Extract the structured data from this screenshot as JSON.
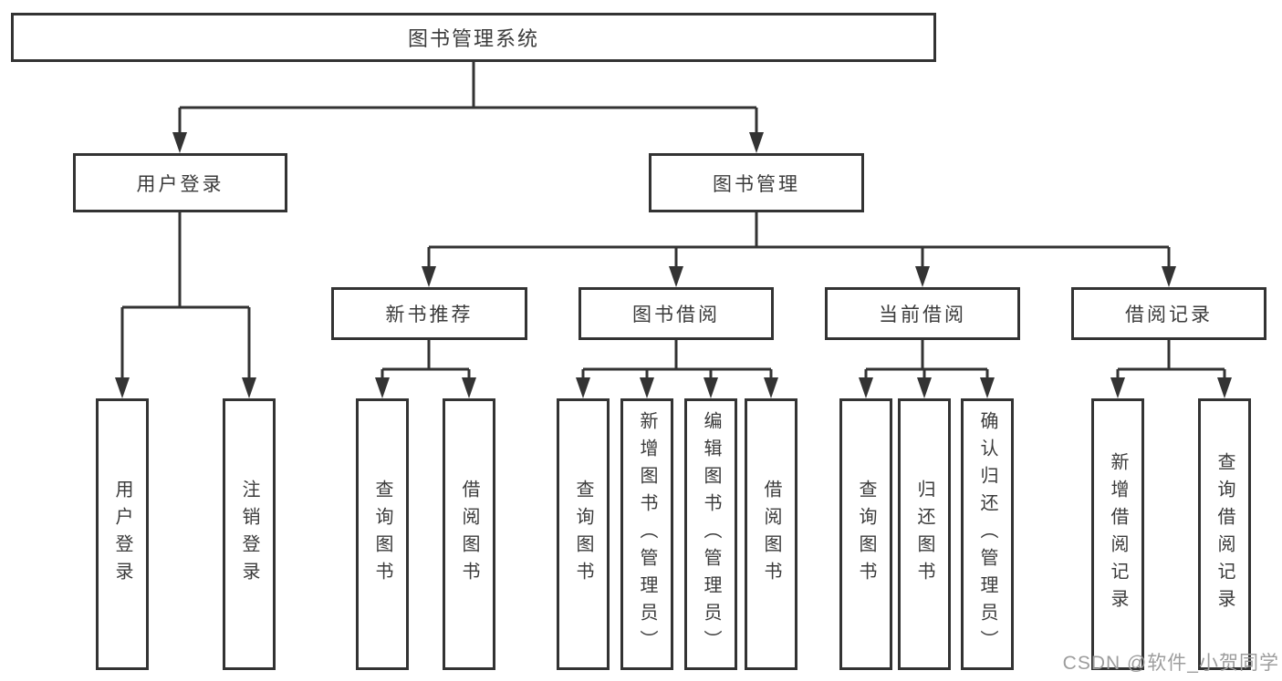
{
  "tree": {
    "label": "图书管理系统",
    "children": [
      {
        "label": "用户登录",
        "children": [
          {
            "label": "用户登录"
          },
          {
            "label": "注销登录"
          }
        ]
      },
      {
        "label": "图书管理",
        "children": [
          {
            "label": "新书推荐",
            "children": [
              {
                "label": "查询图书"
              },
              {
                "label": "借阅图书"
              }
            ]
          },
          {
            "label": "图书借阅",
            "children": [
              {
                "label": "查询图书"
              },
              {
                "label": "新增图书（管理员）"
              },
              {
                "label": "编辑图书（管理员）"
              },
              {
                "label": "借阅图书"
              }
            ]
          },
          {
            "label": "当前借阅",
            "children": [
              {
                "label": "查询图书"
              },
              {
                "label": "归还图书"
              },
              {
                "label": "确认归还（管理员）"
              }
            ]
          },
          {
            "label": "借阅记录",
            "children": [
              {
                "label": "新增借阅记录"
              },
              {
                "label": "查询借阅记录"
              }
            ]
          }
        ]
      }
    ]
  },
  "watermark": "CSDN @软件_小贺同学",
  "colors": {
    "line": "#333333",
    "text": "#3b3b3b",
    "watermark": "#9d9d9d",
    "background": "#ffffff"
  }
}
